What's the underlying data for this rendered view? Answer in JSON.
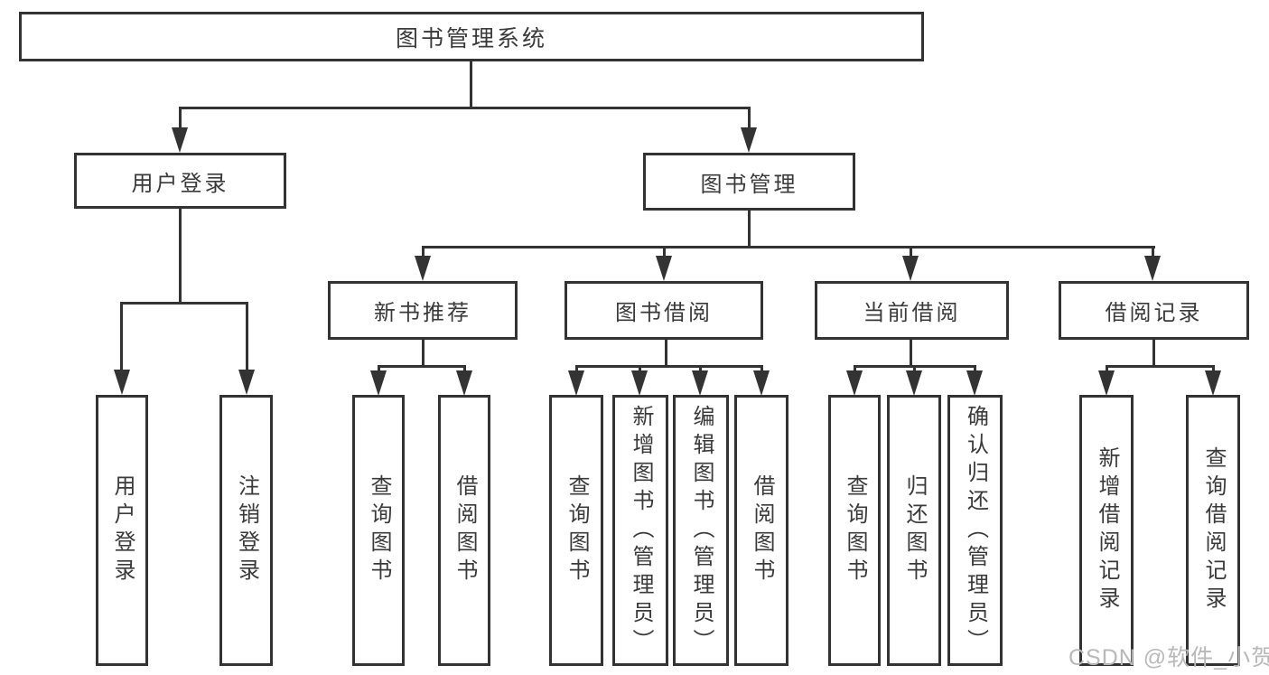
{
  "diagram": {
    "root": {
      "label": "图书管理系统"
    },
    "branches": [
      {
        "label": "用户登录",
        "children": [
          {
            "label": "用户登录"
          },
          {
            "label": "注销登录"
          }
        ]
      },
      {
        "label": "图书管理",
        "children": [
          {
            "label": "新书推荐",
            "children": [
              {
                "label": "查询图书"
              },
              {
                "label": "借阅图书"
              }
            ]
          },
          {
            "label": "图书借阅",
            "children": [
              {
                "label": "查询图书"
              },
              {
                "label": "新增图书（管理员）"
              },
              {
                "label": "编辑图书（管理员）"
              },
              {
                "label": "借阅图书"
              }
            ]
          },
          {
            "label": "当前借阅",
            "children": [
              {
                "label": "查询图书"
              },
              {
                "label": "归还图书"
              },
              {
                "label": "确认归还（管理员）"
              }
            ]
          },
          {
            "label": "借阅记录",
            "children": [
              {
                "label": "新增借阅记录"
              },
              {
                "label": "查询借阅记录"
              }
            ]
          }
        ]
      }
    ],
    "watermark": "CSDN @软件_小贺同学",
    "colors": {
      "line": "#333333",
      "text": "#3a3a3a",
      "watermark": "#b9b9b9",
      "background": "#ffffff"
    }
  }
}
